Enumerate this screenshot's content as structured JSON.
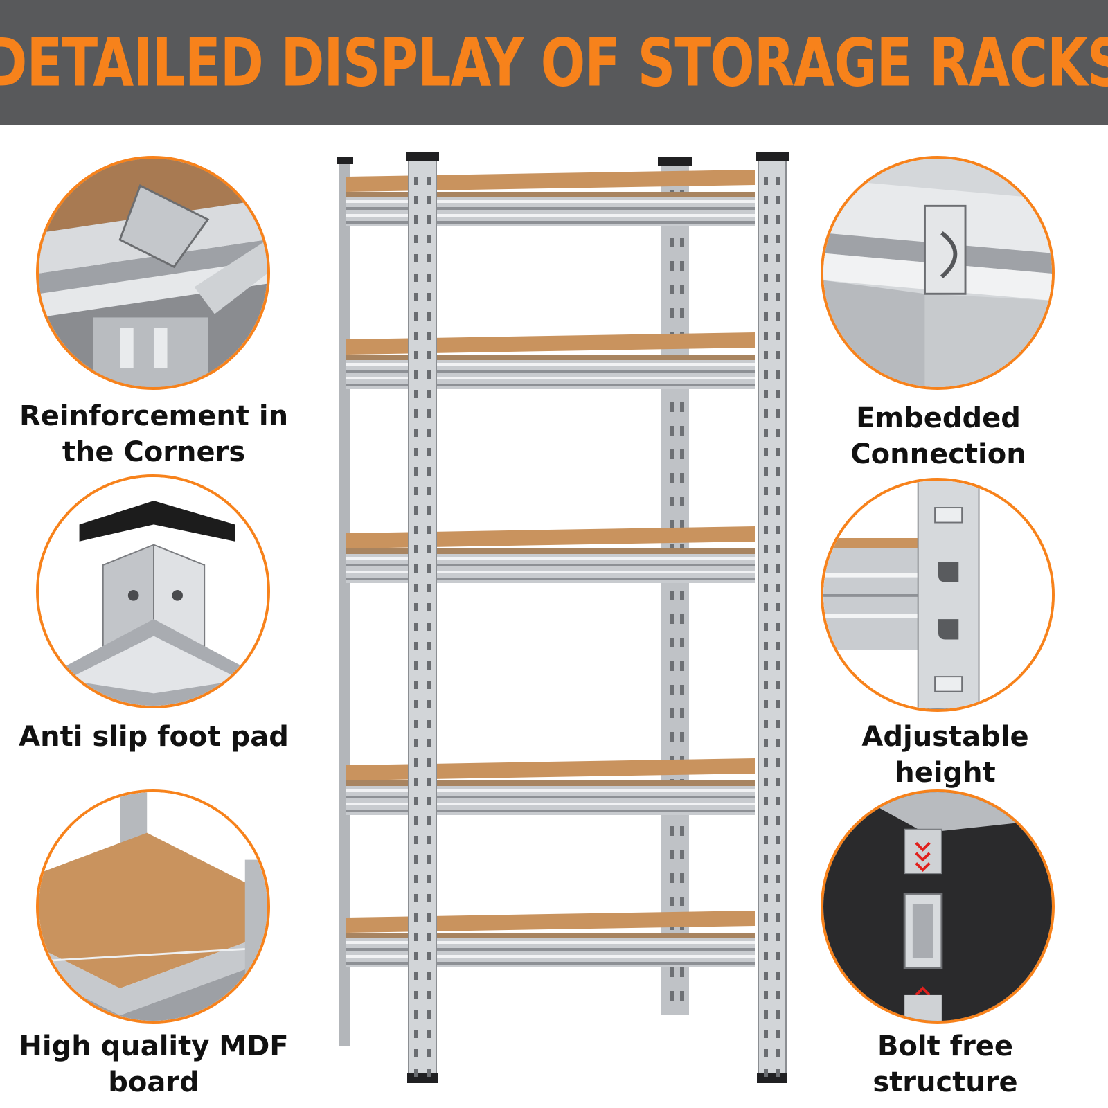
{
  "banner": {
    "title": "DETAILED DISPLAY OF STORAGE RACKS"
  },
  "features": {
    "corners": "Reinforcement in the Corners",
    "foot_pad": "Anti slip foot pad",
    "mdf": "High quality MDF board",
    "embedded": "Embedded Connection",
    "height": "Adjustable height",
    "bolt_free": "Bolt free structure"
  },
  "colors": {
    "accent": "#f7821b",
    "banner": "#58595b",
    "mdf": "#c9935e",
    "steel": "#c8cbcf"
  },
  "rack": {
    "shelf_count": 5
  }
}
